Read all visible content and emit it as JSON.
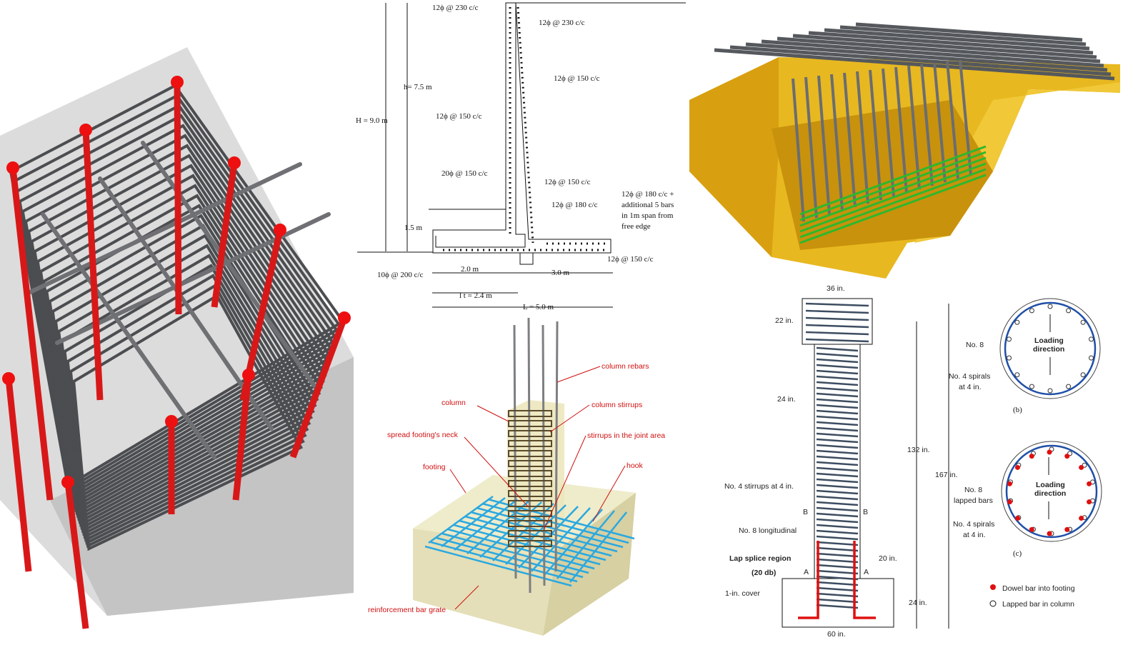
{
  "retaining_wall": {
    "labels": {
      "top_inner": "12ϕ @ 230 c/c",
      "top_outer": "12ϕ @ 230 c/c",
      "stem_back": "12ϕ @ 150 c/c",
      "stem_front": "12ϕ @ 150 c/c",
      "H": "H = 9.0 m",
      "h": "h= 7.5 m",
      "toe_main": "20ϕ @ 150 c/c",
      "stem_dist": "12ϕ @ 150 c/c",
      "heel_top": "12ϕ @ 180 c/c",
      "heel_extra_1": "12ϕ @ 180 c/c +",
      "heel_extra_2": "additional 5 bars",
      "heel_extra_3": "in 1m span from",
      "heel_extra_4": "free edge",
      "depth": "1.5 m",
      "toe_dist": "10ϕ @ 200 c/c",
      "heel_bottom": "12ϕ @ 150 c/c",
      "toe_len": "2.0 m",
      "heel_len": "3.0 m",
      "lt": "l t = 2.4 m",
      "L": "L = 5.0 m"
    }
  },
  "footing": {
    "labels": {
      "column_rebars": "column rebars",
      "column": "column",
      "column_stirrups": "column stirrups",
      "neck": "spread footing's neck",
      "joint_stirrups": "stirrups in the joint area",
      "footing": "footing",
      "hook": "hook",
      "grate": "reinforcement bar grate"
    }
  },
  "column_detail": {
    "labels": {
      "width_top": "36 in.",
      "cap_height": "22 in.",
      "col_width": "24 in.",
      "stirrups": "No. 4 stirrups at 4 in.",
      "section_b": "B",
      "longitudinal": "No. 8 longitudinal",
      "lap_splice": "Lap splice region",
      "lap_splice_len": "(20 db)",
      "section_a": "A",
      "cover": "1-in. cover",
      "splice_h": "20 in.",
      "footing_h": "24 in.",
      "col_h": "132 in.",
      "total_h": "167 in.",
      "footing_w": "60 in."
    },
    "section_b": {
      "bar": "No. 8",
      "spiral_1": "No. 4 spirals",
      "spiral_2": "at 4 in.",
      "loading_1": "Loading",
      "loading_2": "direction",
      "caption": "(b)"
    },
    "section_c": {
      "bar_1": "No. 8",
      "bar_2": "lapped bars",
      "spiral_1": "No. 4 spirals",
      "spiral_2": "at 4 in.",
      "loading_1": "Loading",
      "loading_2": "direction",
      "caption": "(c)"
    },
    "legend": {
      "dowel": "Dowel bar into footing",
      "lapped": "Lapped bar in column"
    }
  },
  "colors": {
    "dowel": "#e01010",
    "spiral": "#1f4fa8",
    "formwork": "#e8b820",
    "grate": "#2aa8e0"
  }
}
